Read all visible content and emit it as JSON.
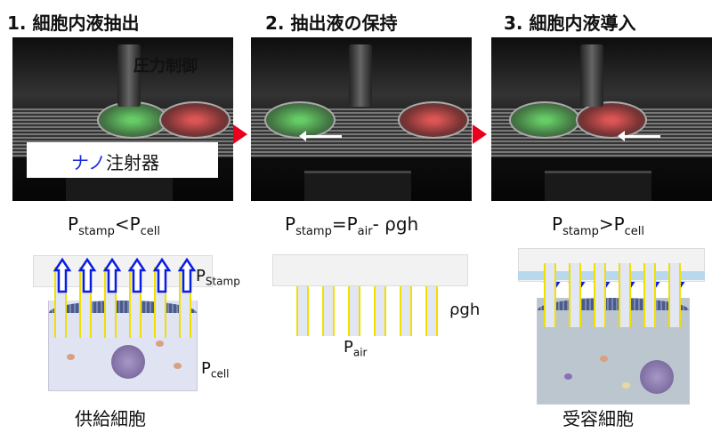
{
  "steps": [
    {
      "title": "1. 細胞内液抽出",
      "pressure_control": "圧力制御",
      "nano_prefix": "ナノ",
      "nano_suffix": "注射器",
      "equation": {
        "a": "P",
        "a_sub": "stamp",
        "op": "<",
        "b": "P",
        "b_sub": "cell"
      },
      "stamp_label": {
        "p": "P",
        "sub": "Stamp"
      },
      "cell_label": {
        "p": "P",
        "sub": "cell"
      },
      "caption": "供給細胞"
    },
    {
      "title": "2. 抽出液の保持",
      "equation": {
        "a": "P",
        "a_sub": "stamp",
        "op": "=",
        "b": "P",
        "b_sub": "air",
        "tail": "- ρgh"
      },
      "rho_label": "ρgh",
      "air_label": {
        "p": "P",
        "sub": "air"
      }
    },
    {
      "title": "3. 細胞内液導入",
      "equation": {
        "a": "P",
        "a_sub": "stamp",
        "op": ">",
        "b": "P",
        "b_sub": "cell"
      },
      "caption": "受容細胞"
    }
  ],
  "colors": {
    "arrow_blue": "#0a1ee0",
    "step_red": "#e8001c",
    "tube_yellow": "#f0e000",
    "nano_blue": "#1a2be0"
  }
}
